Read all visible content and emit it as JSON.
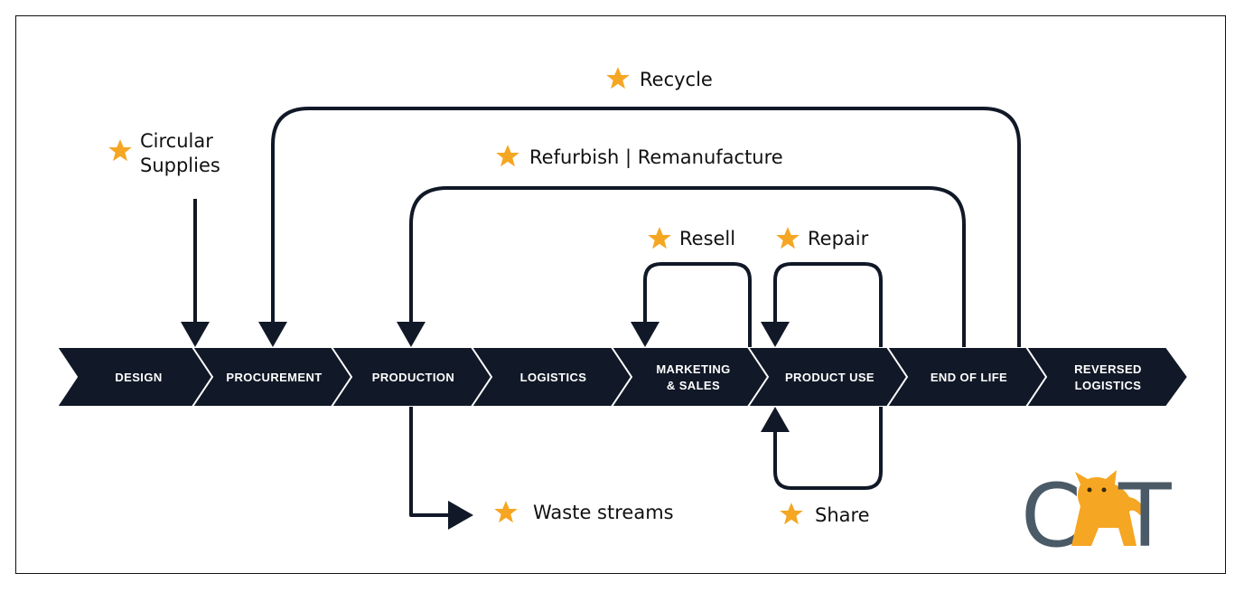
{
  "stages": [
    {
      "lines": [
        "DESIGN"
      ]
    },
    {
      "lines": [
        "PROCUREMENT"
      ]
    },
    {
      "lines": [
        "PRODUCTION"
      ]
    },
    {
      "lines": [
        "LOGISTICS"
      ]
    },
    {
      "lines": [
        "MARKETING",
        "& SALES"
      ]
    },
    {
      "lines": [
        "PRODUCT USE"
      ]
    },
    {
      "lines": [
        "END OF LIFE"
      ]
    },
    {
      "lines": [
        "REVERSED",
        "LOGISTICS"
      ]
    }
  ],
  "loops": {
    "recycle": "Recycle",
    "refurbish": "Refurbish | Remanufacture",
    "circular_supplies_1": "Circular",
    "circular_supplies_2": "Supplies",
    "resell": "Resell",
    "repair": "Repair",
    "share": "Share",
    "waste": "Waste streams"
  },
  "logo": {
    "text_c": "C",
    "text_t": "T",
    "icon": "cat-icon"
  },
  "colors": {
    "chevron": "#111827",
    "star": "#f5a623",
    "logo_text": "#4a5a66",
    "logo_cat": "#f5a623"
  }
}
